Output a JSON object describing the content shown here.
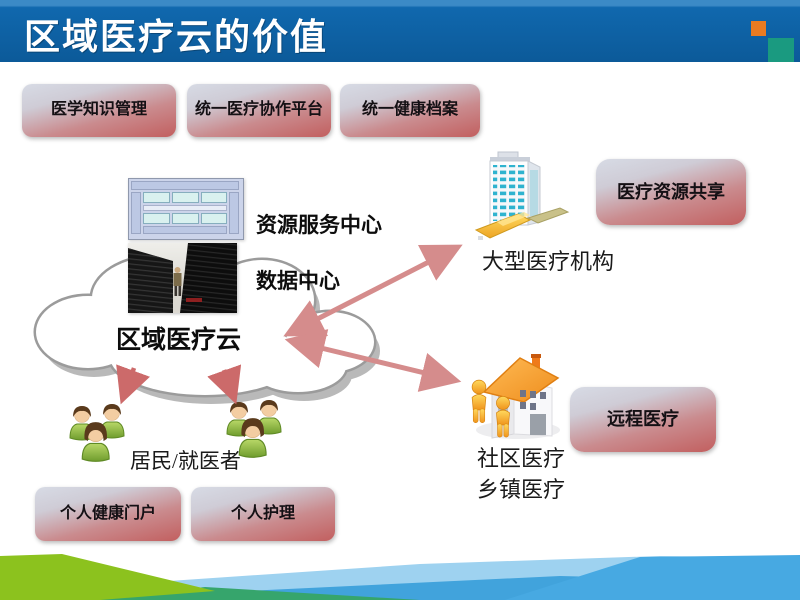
{
  "header": {
    "title": "区域医疗云的价值"
  },
  "pills": {
    "medical_knowledge": "医学知识管理",
    "collaboration_platform": "统一医疗协作平台",
    "health_records": "统一健康档案",
    "resource_sharing": "医疗资源共享",
    "telemedicine": "远程医疗",
    "personal_portal": "个人健康门户",
    "personal_care": "个人护理"
  },
  "cloud": {
    "label": "区域医疗云"
  },
  "centers": {
    "resource_service": "资源服务中心",
    "data_center": "数据中心"
  },
  "nodes": {
    "large_hospital": "大型医疗机构",
    "community": "社区医疗",
    "township": "乡镇医疗",
    "residents": "居民/就医者"
  },
  "icons": {
    "hospital_building": "hospital-building-icon",
    "community_house": "community-house-icon",
    "residents_group": "residents-group-icon",
    "architecture_diagram": "architecture-diagram-image",
    "data_center_photo": "data-center-photo-image",
    "cloud_shape": "cloud-shape",
    "accent_orange": "accent-square-orange",
    "accent_teal": "accent-square-teal"
  },
  "colors": {
    "header_blue": "#0c5a99",
    "header_strip": "#3b8ac6",
    "accent_orange": "#e97b22",
    "accent_teal": "#1a9a80",
    "pill_top": "#d7dbe5",
    "pill_bottom": "#c25f5f",
    "arrow_salmon": "#d58c8c",
    "deco_green": "#8cc21e",
    "deco_teal": "#36a56c",
    "deco_lightblue": "#9ed2f0",
    "deco_blue": "#47a9e2"
  }
}
